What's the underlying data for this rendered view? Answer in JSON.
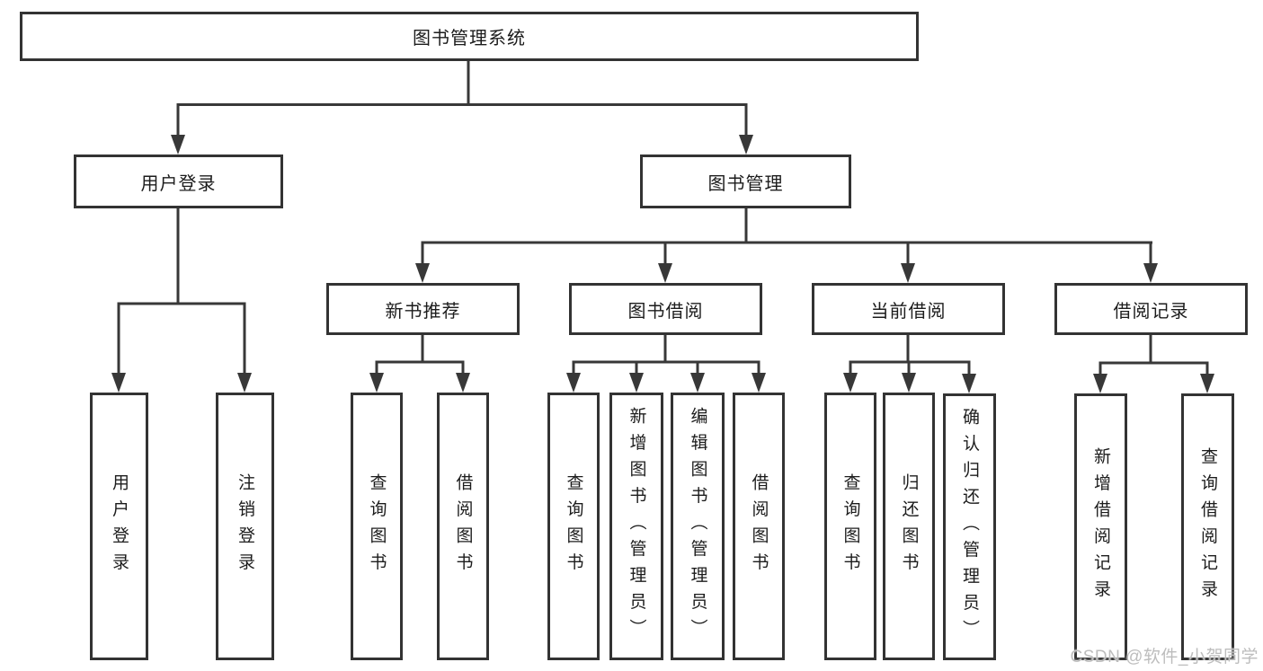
{
  "diagram": {
    "root": "图书管理系统",
    "branches": [
      {
        "label": "用户登录",
        "children": [
          {
            "label": "用户登录"
          },
          {
            "label": "注销登录"
          }
        ]
      },
      {
        "label": "图书管理",
        "children": [
          {
            "label": "新书推荐",
            "children": [
              {
                "label": "查询图书"
              },
              {
                "label": "借阅图书"
              }
            ]
          },
          {
            "label": "图书借阅",
            "children": [
              {
                "label": "查询图书"
              },
              {
                "label": "新增图书（管理员）"
              },
              {
                "label": "编辑图书（管理员）"
              },
              {
                "label": "借阅图书"
              }
            ]
          },
          {
            "label": "当前借阅",
            "children": [
              {
                "label": "查询图书"
              },
              {
                "label": "归还图书"
              },
              {
                "label": "确认归还（管理员）"
              }
            ]
          },
          {
            "label": "借阅记录",
            "children": [
              {
                "label": "新增借阅记录"
              },
              {
                "label": "查询借阅记录"
              }
            ]
          }
        ]
      }
    ]
  },
  "watermark": "CSDN @软件_小贺同学",
  "colors": {
    "line": "#383838",
    "box_border": "#333333",
    "box_fill": "#ffffff",
    "text": "#1c1c1c",
    "background": "#ffffff",
    "watermark": "#bdbdbd"
  }
}
